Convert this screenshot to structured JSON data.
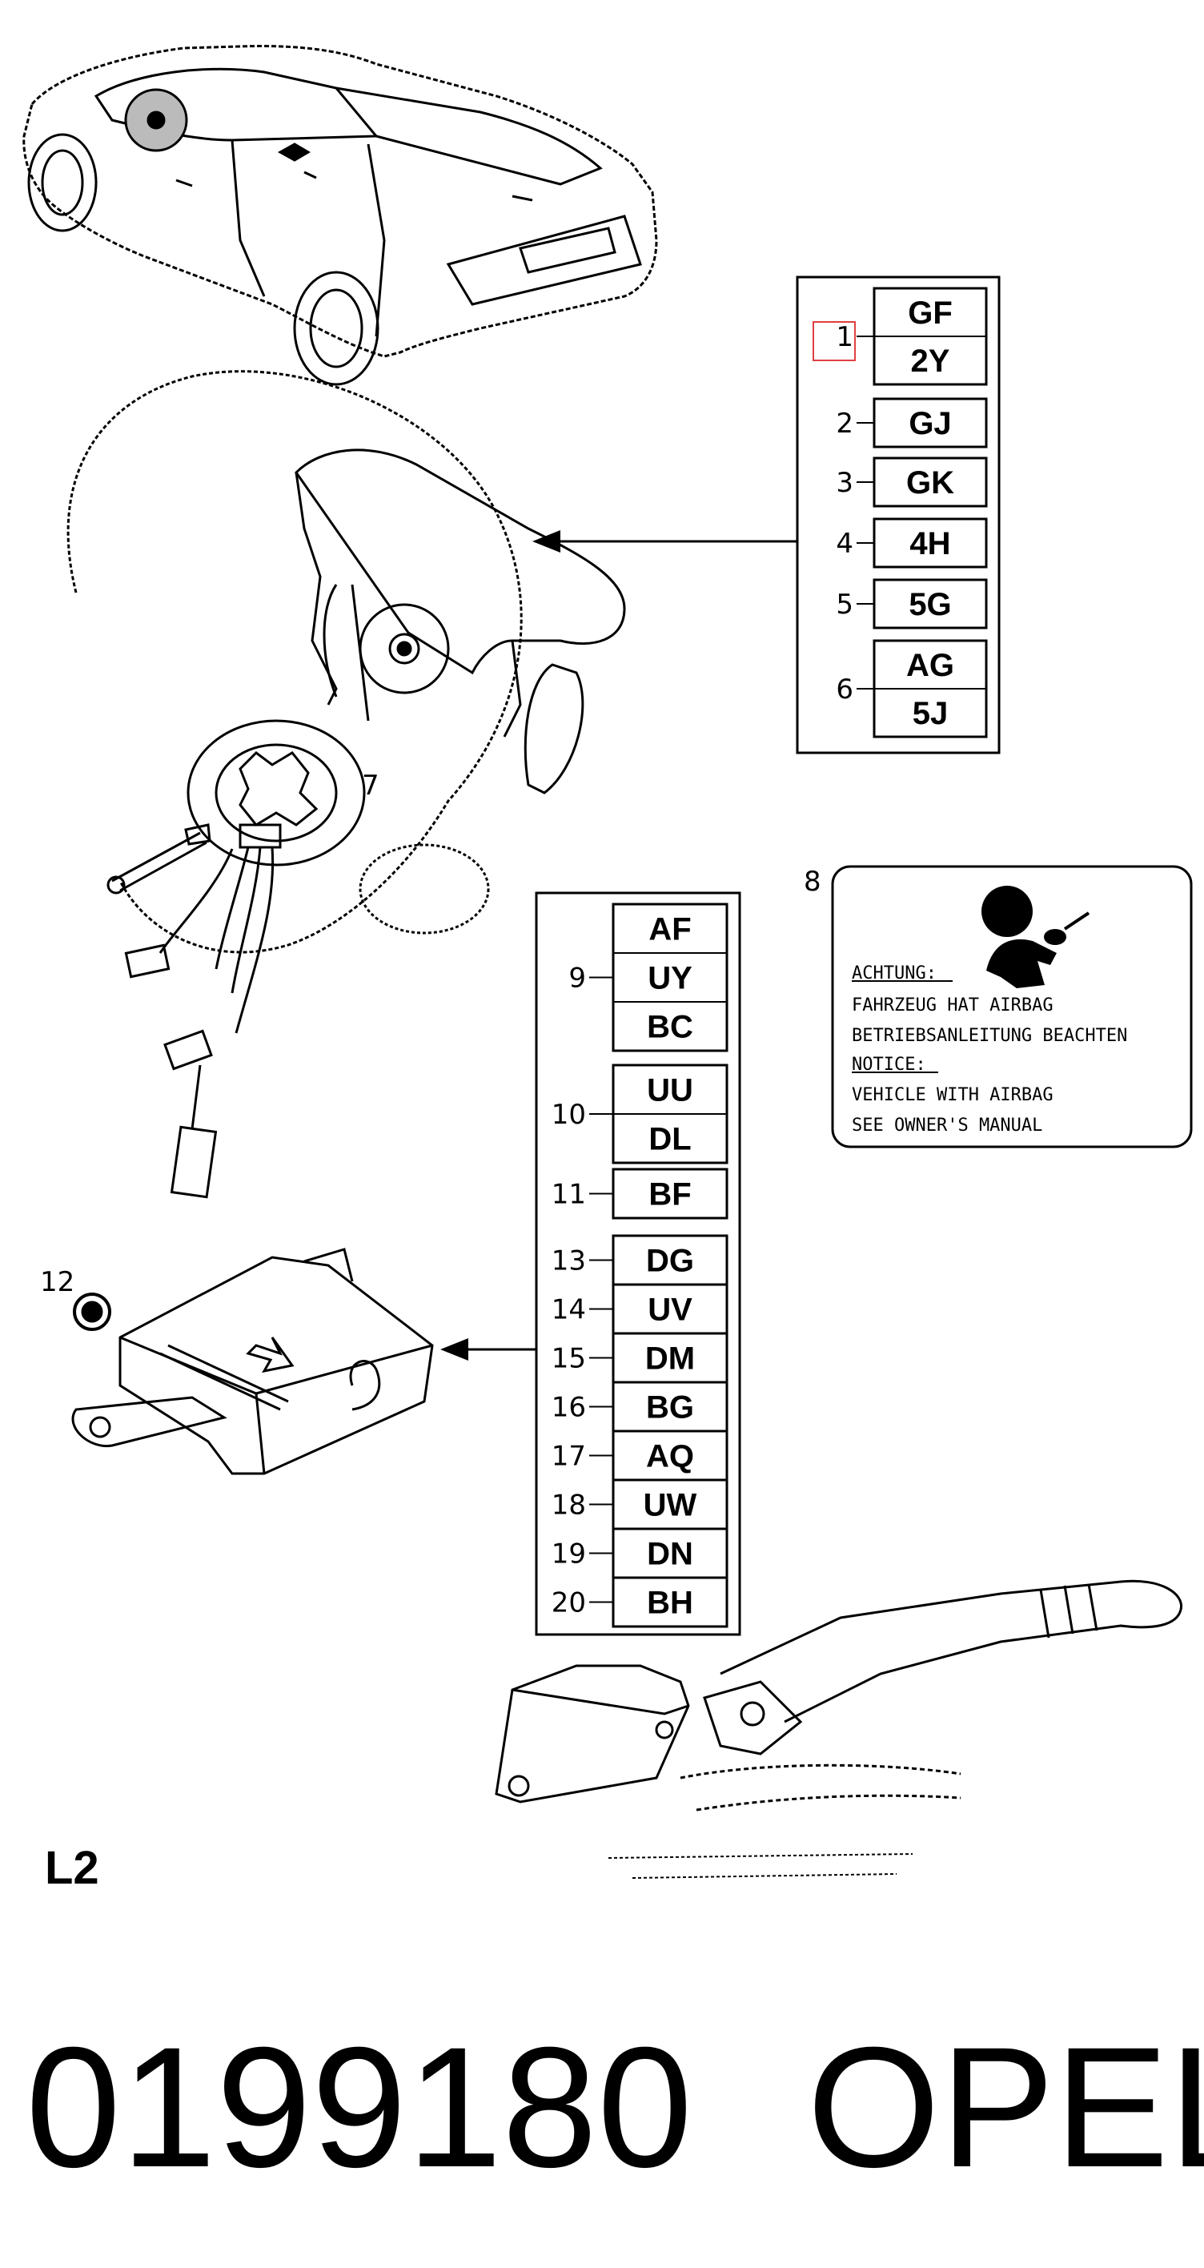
{
  "diagram": {
    "page_code": "L2",
    "part_number": "0199180",
    "brand": "OPEL"
  },
  "steering_box": {
    "groups": [
      {
        "ref": "1",
        "codes": [
          "GF",
          "2Y"
        ]
      },
      {
        "ref": "2",
        "codes": [
          "GJ"
        ]
      },
      {
        "ref": "3",
        "codes": [
          "GK"
        ]
      },
      {
        "ref": "4",
        "codes": [
          "4H"
        ]
      },
      {
        "ref": "5",
        "codes": [
          "5G"
        ]
      },
      {
        "ref": "6",
        "codes": [
          "AG",
          "5J"
        ]
      }
    ]
  },
  "module_box": {
    "groups": [
      {
        "ref": "9",
        "codes": [
          "AF",
          "UY",
          "BC"
        ]
      },
      {
        "ref": "10",
        "codes": [
          "UU",
          "DL"
        ]
      },
      {
        "ref": "11",
        "codes": [
          "BF"
        ]
      },
      {
        "ref": "13",
        "codes": [
          "DG"
        ]
      },
      {
        "ref": "14",
        "codes": [
          "UV"
        ]
      },
      {
        "ref": "15",
        "codes": [
          "DM"
        ]
      },
      {
        "ref": "16",
        "codes": [
          "BG"
        ]
      },
      {
        "ref": "17",
        "codes": [
          "AQ"
        ]
      },
      {
        "ref": "18",
        "codes": [
          "UW"
        ]
      },
      {
        "ref": "19",
        "codes": [
          "DN"
        ]
      },
      {
        "ref": "20",
        "codes": [
          "BH"
        ]
      }
    ]
  },
  "callouts": {
    "clock_spring": "7",
    "warning_label": "8",
    "nut": "12"
  },
  "warning_label": {
    "lines": [
      "ACHTUNG:",
      "FAHRZEUG HAT AIRBAG",
      "BETRIEBSANLEITUNG BEACHTEN",
      "NOTICE:",
      "VEHICLE WITH AIRBAG",
      "SEE OWNER'S MANUAL"
    ]
  },
  "colors": {
    "line": "#000000",
    "highlight": "#e04040"
  }
}
